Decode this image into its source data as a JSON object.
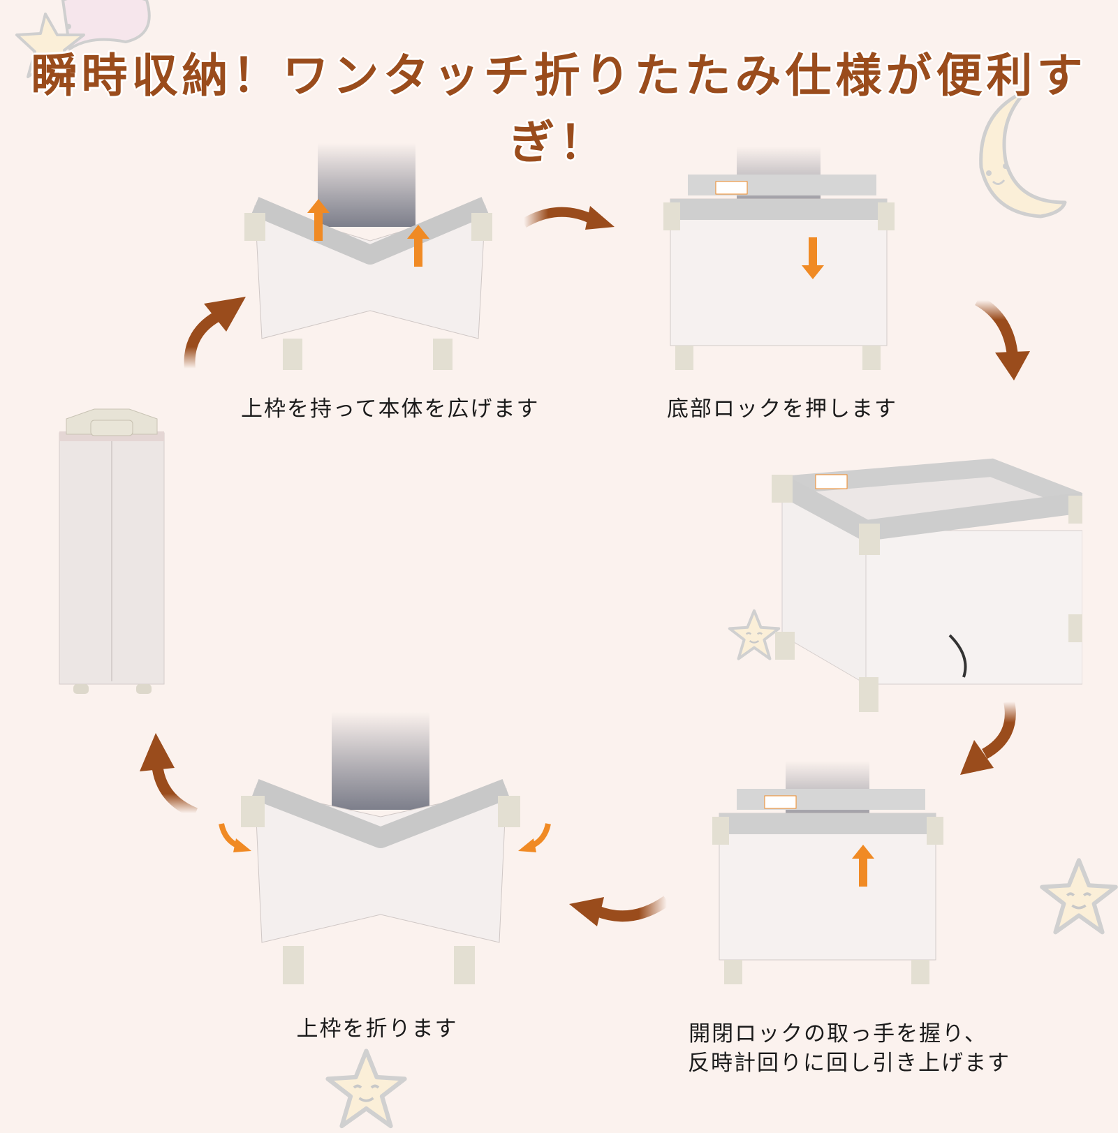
{
  "page": {
    "background_color": "#fbf2ee",
    "title": "瞬時収納！ワンタッチ折りたたみ仕様が便利すぎ！",
    "title_color": "#9a4c1c",
    "arrow_color": "#9a4c1c",
    "highlight_arrow_color": "#f08a24"
  },
  "steps": [
    {
      "image": "folded-crib-column",
      "caption": ""
    },
    {
      "image": "crib-being-unfolded-v-shape",
      "overlay_arrows": [
        "up-arrow-icon",
        "up-arrow-icon"
      ],
      "caption": "上枠を持って本体を広げます"
    },
    {
      "image": "crib-open-pressing-bottom",
      "overlay_arrows": [
        "down-arrow-icon"
      ],
      "caption": "底部ロックを押します"
    },
    {
      "image": "fully-assembled-crib",
      "caption": ""
    },
    {
      "image": "crib-open-pulling-handle-up",
      "overlay_arrows": [
        "up-arrow-icon"
      ],
      "caption_line1": "開閉ロックの取っ手を握り、",
      "caption_line2": "反時計回りに回し引き上げます"
    },
    {
      "image": "crib-top-rail-folding",
      "overlay_arrows": [
        "curved-inward-arrow-icon",
        "curved-inward-arrow-icon"
      ],
      "caption": "上枠を折ります"
    }
  ],
  "decorations": [
    "star-icon",
    "moon-icon",
    "star-icon",
    "star-icon",
    "star-icon"
  ]
}
